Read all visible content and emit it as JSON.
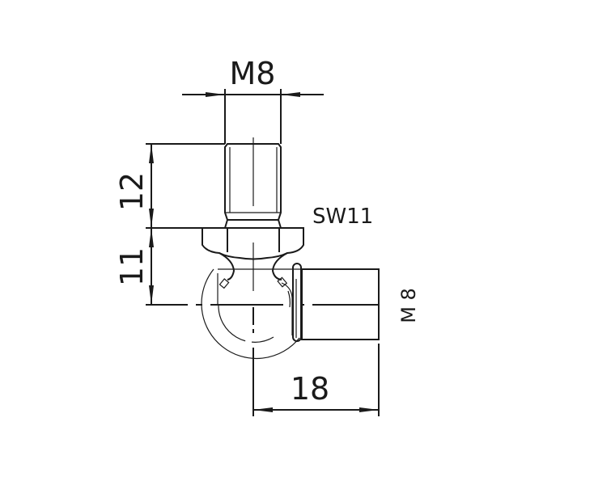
{
  "drawing": {
    "labels": {
      "thread_top": "M8",
      "stud_length": "12",
      "hex_height": "11",
      "wrench_size": "SW11",
      "width": "18",
      "thread_side": "M 8"
    },
    "line_color": "#1a1a1a",
    "background": "#ffffff"
  }
}
